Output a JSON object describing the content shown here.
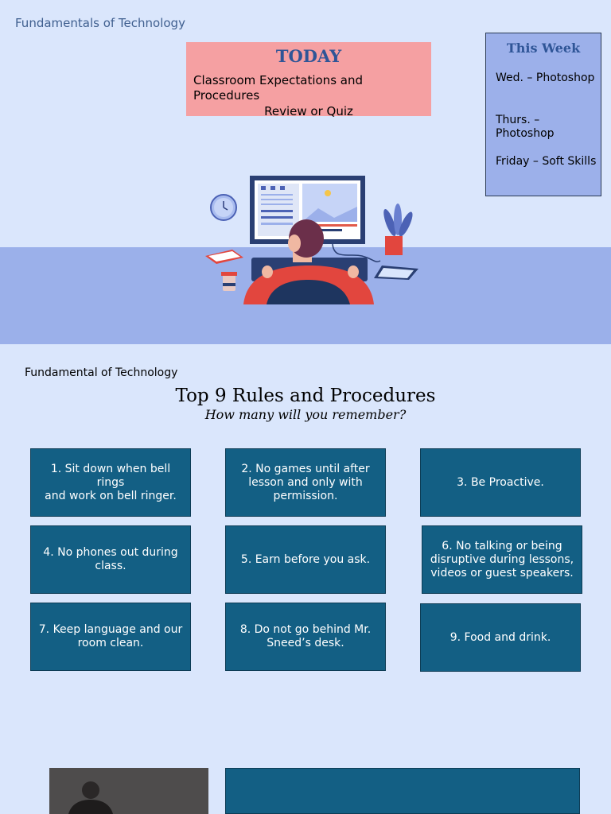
{
  "header": {
    "course_label": "Fundamentals of Technology"
  },
  "today": {
    "title": "TODAY",
    "line1": "Classroom Expectations and Procedures",
    "line2": "Review or Quiz"
  },
  "week": {
    "title": "This Week",
    "items": [
      "Wed. – Photoshop",
      "Thurs. – Photoshop",
      "Friday – Soft Skills"
    ]
  },
  "section": {
    "course_label": "Fundamental of Technology",
    "title": "Top 9 Rules and Procedures",
    "subtitle": "How many will you remember?"
  },
  "rules": [
    "1. Sit down when bell rings\nand work on bell ringer.",
    "2. No games until after lesson and only with permission.",
    "3. Be Proactive.",
    "4. No phones out during class.",
    "5. Earn before you ask.",
    "6. No talking or being disruptive during lessons, videos or guest speakers.",
    "7. Keep language and our room clean.",
    "8. Do not go behind Mr. Sneed’s desk.",
    "9. Food and drink."
  ],
  "colors": {
    "background": "#dae6fc",
    "today_box": "#f5a0a2",
    "week_box": "#9cb0ea",
    "rule_card": "#135f84",
    "heading_blue": "#2f5597"
  },
  "icons": [
    "clock-icon",
    "monitor-icon",
    "plant-icon",
    "book-icon",
    "coffee-cup-icon",
    "tablet-icon"
  ]
}
